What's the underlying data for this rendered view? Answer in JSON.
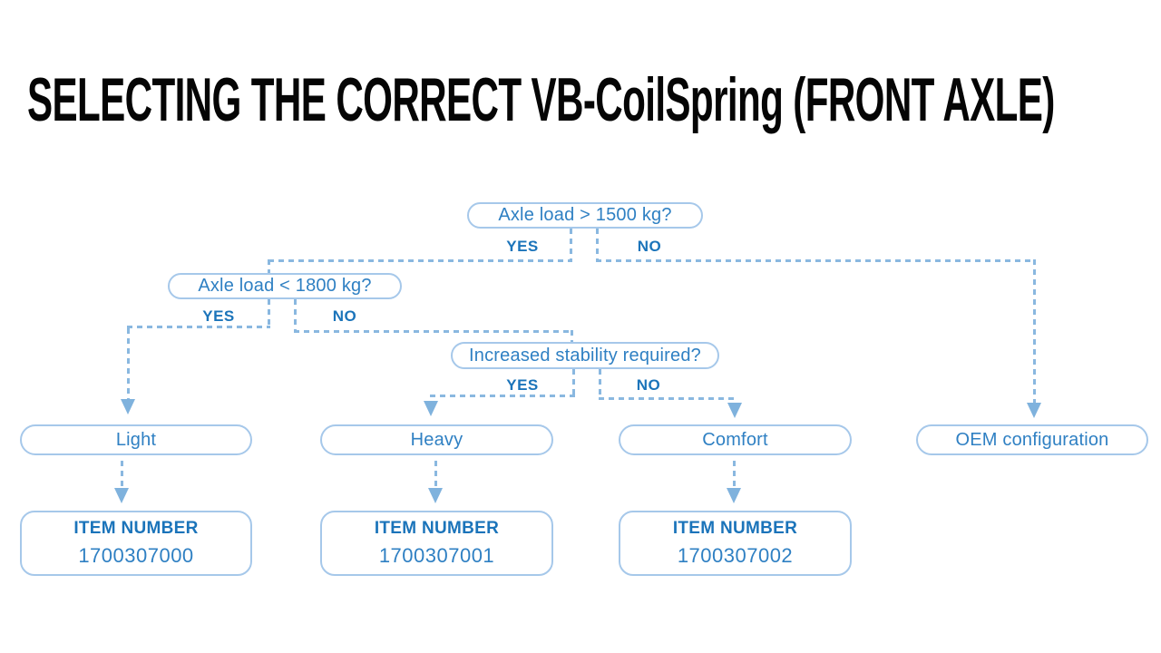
{
  "title": "SELECTING THE CORRECT VB-CoilSpring (FRONT AXLE)",
  "colors": {
    "title_black": "#050505",
    "node_border_blue": "#a6c8ea",
    "node_text_blue": "#2f80c3",
    "label_bold_blue": "#1b74ba",
    "connector_blue": "#8ab8e0",
    "arrow_blue": "#7fb2dd",
    "background": "#ffffff"
  },
  "flowchart": {
    "decisions": [
      {
        "question": "Axle load > 1500 kg?",
        "yes_label": "YES",
        "no_label": "NO"
      },
      {
        "question": "Axle load < 1800 kg?",
        "yes_label": "YES",
        "no_label": "NO"
      },
      {
        "question": "Increased stability required?",
        "yes_label": "YES",
        "no_label": "NO"
      }
    ],
    "outcomes": [
      {
        "label": "Light",
        "item_label": "ITEM NUMBER",
        "item_number": "1700307000"
      },
      {
        "label": "Heavy",
        "item_label": "ITEM NUMBER",
        "item_number": "1700307001"
      },
      {
        "label": "Comfort",
        "item_label": "ITEM NUMBER",
        "item_number": "1700307002"
      },
      {
        "label": "OEM configuration"
      }
    ]
  }
}
